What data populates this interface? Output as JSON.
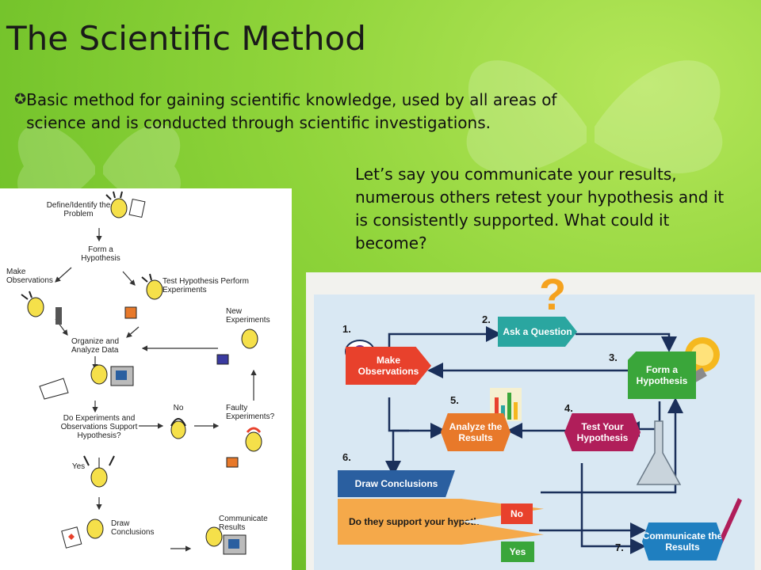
{
  "slide": {
    "title": "The Scientific Method",
    "bullet": "Basic method for gaining scientific knowledge, used by all areas of science and is conducted through scientific investigations.",
    "question": "Let’s say you communicate your results, numerous others retest your hypothesis and it is consistently supported. What could it become?"
  },
  "left_flowchart": {
    "steps": {
      "define": "Define/Identify the Problem",
      "hypothesis": "Form a Hypothesis",
      "observations": "Make Observations",
      "test": "Test Hypothesis Perform Experiments",
      "new_experiments": "New Experiments",
      "organize": "Organize and Analyze Data",
      "support": "Do Experiments and Observations Support Hypothesis?",
      "no": "No",
      "faulty": "Faulty Experiments?",
      "yes": "Yes",
      "conclusions": "Draw Conclusions",
      "communicate": "Communicate Results"
    }
  },
  "right_flowchart": {
    "steps": [
      {
        "num": "1.",
        "label": "Make Observations",
        "color": "#e8412c"
      },
      {
        "num": "2.",
        "label": "Ask a Question",
        "color": "#2aa6a0"
      },
      {
        "num": "3.",
        "label": "Form a Hypothesis",
        "color": "#3aa63a"
      },
      {
        "num": "4.",
        "label": "Test Your Hypothesis",
        "color": "#b01e5a"
      },
      {
        "num": "5.",
        "label": "Analyze the Results",
        "color": "#e8792a"
      },
      {
        "num": "6.",
        "label": "Draw Conclusions",
        "color": "#2a5fa0"
      },
      {
        "num": "7.",
        "label": "Communicate the Results",
        "color": "#1f7fc0"
      }
    ],
    "support_question": "Do they support your hypothesis?",
    "no_label": "No",
    "yes_label": "Yes",
    "question_mark": "?"
  }
}
